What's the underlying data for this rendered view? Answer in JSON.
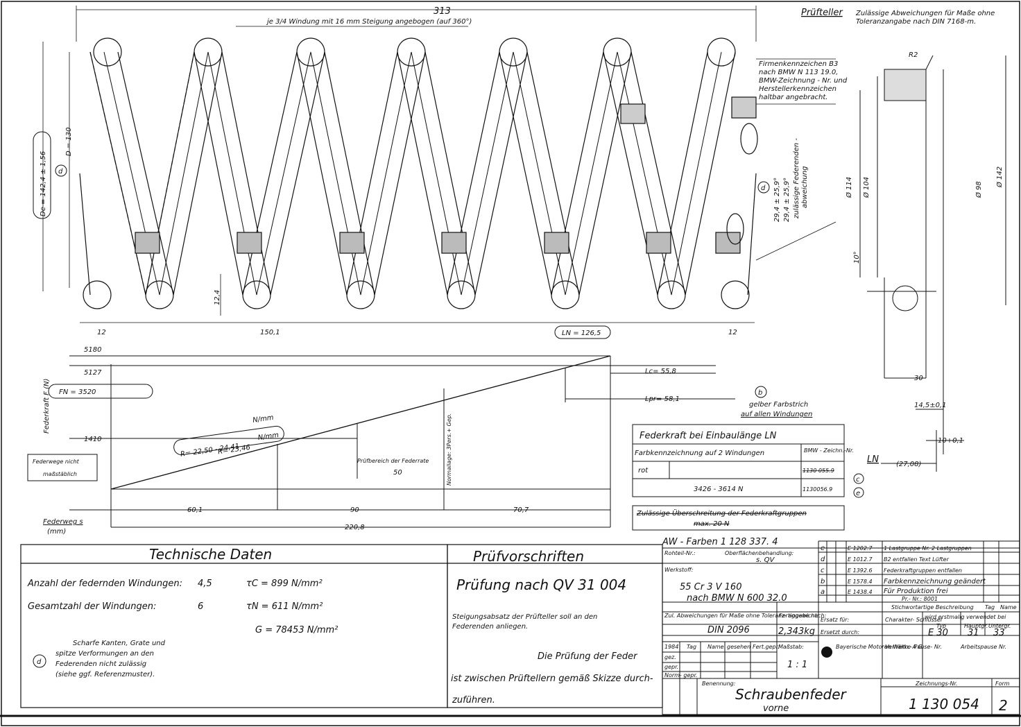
{
  "top": {
    "len_313": "313",
    "steigung_note": "je 3/4 Windung mit 16 mm Steigung angebogen (auf 360°)",
    "firmen_note": [
      "Firmenkennzeichen B3",
      "nach BMW N 113 19.0,",
      "BMW-Zeichnung - Nr. und",
      "Herstellerkennzeichen",
      "haltbar angebracht."
    ],
    "de_label": "De = 142,4 ± 1,56",
    "d_label": "D = 130",
    "angle_1": "29,4 ± 25,9°",
    "angle_2": "29,4 ± 25,9°",
    "federende_note": [
      "zulässige Federenden -",
      "abweichung"
    ],
    "dim_124": "12,4",
    "dim_12_left": "12",
    "dim_1501": "150,1",
    "ln_label": "LN = 126,5",
    "dim_12_right": "12",
    "marker_d": "d"
  },
  "prueft": {
    "title": "Prüfteller",
    "note1": "Zulässige Abweichungen für Maße ohne",
    "note2": "Toleranzangabe nach  DIN 7168-m.",
    "r2": "R2",
    "d114": "Ø 114",
    "d104": "Ø 104",
    "d98": "Ø 98",
    "d142": "Ø 142",
    "deg10": "10°",
    "d30": "30",
    "d145": "14,5±0,1",
    "d10": "10+0,1",
    "ln": "LN",
    "d2708": "(27,08)"
  },
  "diagram": {
    "y_axis": "Federkraft  F (N)",
    "x_axis": "Federweg  s",
    "x_unit": "(mm)",
    "f5180": "5180",
    "f5127": "5127",
    "fn": "FN  =  3520",
    "f1410": "1410",
    "r_box": "R= 22,50  - 24,41",
    "r_unit": "N/mm",
    "r2": "R=  23,46",
    "r2_unit": "N/mm",
    "pruefbereich": "Prüfbereich der Federrate",
    "p50": "50",
    "normal": "Normallage: 3Pers.+ Gep.",
    "s601": "60,1",
    "s90": "90",
    "s707": "70,7",
    "s2208": "220,8",
    "lc": "Lc= 55,8",
    "lpr": "Lpr= 58,1",
    "marker_b": "b",
    "gelb1": "gelber Farbstrich",
    "gelb2": "auf allen  Windungen",
    "federwege1": "Federwege nicht",
    "federwege2": "maßstäblich"
  },
  "kraft_table": {
    "title": "Federkraft bei Einbaulänge LN",
    "col1": "Farbkennzeichnung  auf 2 Windungen",
    "col2": "BMW - Zeichn.-Nr.",
    "row1_color": "rot",
    "row1_nr": "1130 055.9",
    "row2_range": "3426    -   3614  N",
    "row2_nr": "1130056.9",
    "marker_c": "c",
    "marker_e": "e",
    "strike1": "Zulässige Überschreitung der Federkraftgruppen",
    "strike2": "max. 20 N"
  },
  "tech": {
    "title": "Technische  Daten",
    "row1_label": "Anzahl der federnden Windungen:",
    "row1_val": "4,5",
    "row2_label": "Gesamtzahl  der Windungen:",
    "row2_val": "6",
    "tau_c": "τC =  899  N/mm²",
    "tau_n": "τN =  611  N/mm²",
    "g": "G  = 78453 N/mm²",
    "marker_d": "d",
    "note": [
      "Scharfe Kanten, Grate und",
      "spitze Verformungen an den",
      "Federenden nicht zulässig",
      "(siehe ggf. Referenzmuster)."
    ]
  },
  "pruef": {
    "title": "Prüfvorschriften",
    "main": "Prüfung nach QV 31 004",
    "note1": "Steigungsabsatz der Prüfteller soll an den",
    "note2": "Federenden anliegen.",
    "p1": "Die Prüfung der Feder",
    "p2": "ist zwischen Prüftellern gemäß Skizze durch-",
    "p3": "zuführen."
  },
  "title_block": {
    "aw": "AW - Farben  1 128 337. 4",
    "rohteil": "Rohteil-Nr.:",
    "oberfl": "Oberflächenbehandlung:",
    "oberfl_val": "s. QV",
    "werkstoff": "Werkstoff:",
    "werkstoff_val": "55 Cr 3 V 160",
    "werkstoff_norm": "nach  BMW N 600  32.0",
    "zul": "Zul. Abweichungen für Maße ohne Toleranz- angabe nach:",
    "din": "DIN  2096",
    "fertig": "Fertiggewicht:",
    "gewicht": "2,343kg",
    "ersatz_fuer": "Ersatz für:",
    "ersetzt": "Ersetzt durch:",
    "charakter": "Charakter- Schlüssel",
    "verwendet": "wird erstmalig verwendet bei",
    "typ": "Typ",
    "hauptgr": "Hauptgr.",
    "untergr": "Untergr.",
    "typ_val": "E 30",
    "hg_val": "31",
    "ug_val": "33",
    "massstab": "Maßstab:",
    "massstab_val": "1 : 1",
    "firma": "Bayerische Motoren Werke A G",
    "benennung": "Benennung:",
    "name1": "Schraubenfeder",
    "name2": "vorne",
    "zeichnr": "Zeichnungs-Nr.",
    "nr": "1 130 054",
    "form": "Form",
    "form_val": "2",
    "verhaelt": "Verhältn.- Pause- Nr.",
    "arbeits": "Arbeitspause Nr.",
    "year": "1984",
    "tag": "Tag",
    "name": "Name",
    "gesehen": "gesehen",
    "fertgepr": "Fert.gepr.",
    "gez": "gez.",
    "gepr": "gepr.",
    "norm": "Norm- gepr.",
    "rev_e": "e",
    "rev_d": "d",
    "rev_c": "c",
    "rev_b": "b",
    "rev_a": "a",
    "rev_e_txt": "1 Lastgruppe  Nr. 2 Lastgruppen",
    "rev_d_txt": "B2 entfallen   Text Lüfter",
    "rev_c_txt": "Federkraftgruppen entfallen",
    "rev_b_txt": "Farbkennzeichnung geändert",
    "rev_a_txt": "Für Produktion frei",
    "pr_nr": "Pr.- Nr.: 8001",
    "stich": "Stichwortartige Beschreibung",
    "tagcol": "Tag",
    "namecol": "Name",
    "e_nr_e": "E 1202.7",
    "e_nr_d": "E 1012.7",
    "e_nr_c": "E 1392.6",
    "e_nr_b": "E 1578.4",
    "e_nr_a": "E 1438.4"
  }
}
